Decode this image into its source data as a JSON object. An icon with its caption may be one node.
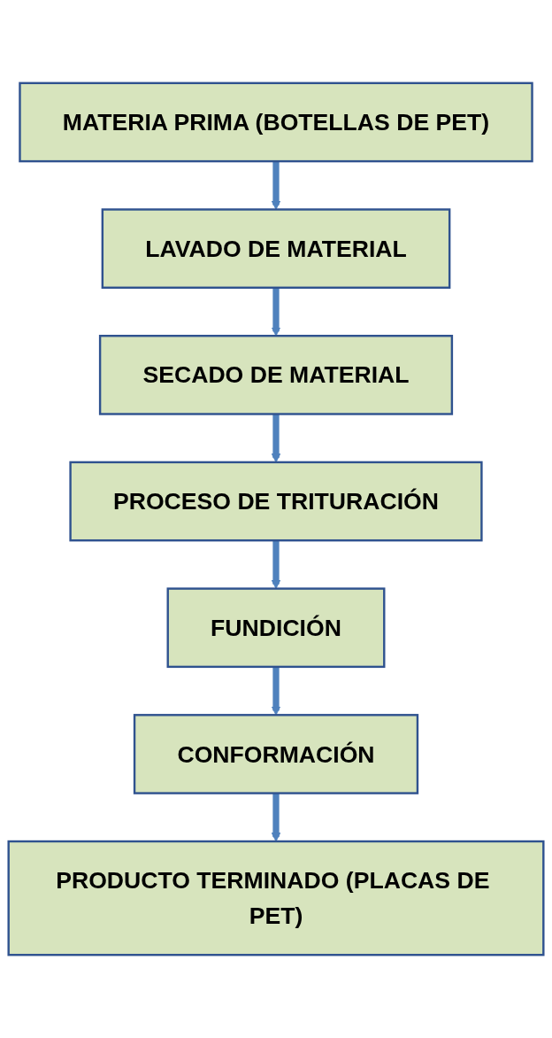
{
  "diagram": {
    "nodes": [
      {
        "text": [
          "MATERIA PRIMA (BOTELLAS DE PET)"
        ]
      },
      {
        "text": [
          "LAVADO DE MATERIAL"
        ]
      },
      {
        "text": [
          "SECADO DE MATERIAL"
        ]
      },
      {
        "text": [
          "PROCESO DE TRITURACIÓN"
        ]
      },
      {
        "text": [
          "FUNDICIÓN"
        ]
      },
      {
        "text": [
          "CONFORMACIÓN"
        ]
      },
      {
        "text": [
          "PRODUCTO TERMINADO (PLACAS DE PET)"
        ]
      }
    ],
    "edges": [
      {
        "from": 0,
        "to": 1,
        "arrow": "to"
      },
      {
        "from": 1,
        "to": 2,
        "arrow": "to"
      },
      {
        "from": 2,
        "to": 3,
        "arrow": "to"
      },
      {
        "from": 3,
        "to": 4,
        "arrow": "to"
      },
      {
        "from": 4,
        "to": 5,
        "arrow": "to"
      },
      {
        "from": 5,
        "to": 6,
        "arrow": "to"
      }
    ]
  }
}
